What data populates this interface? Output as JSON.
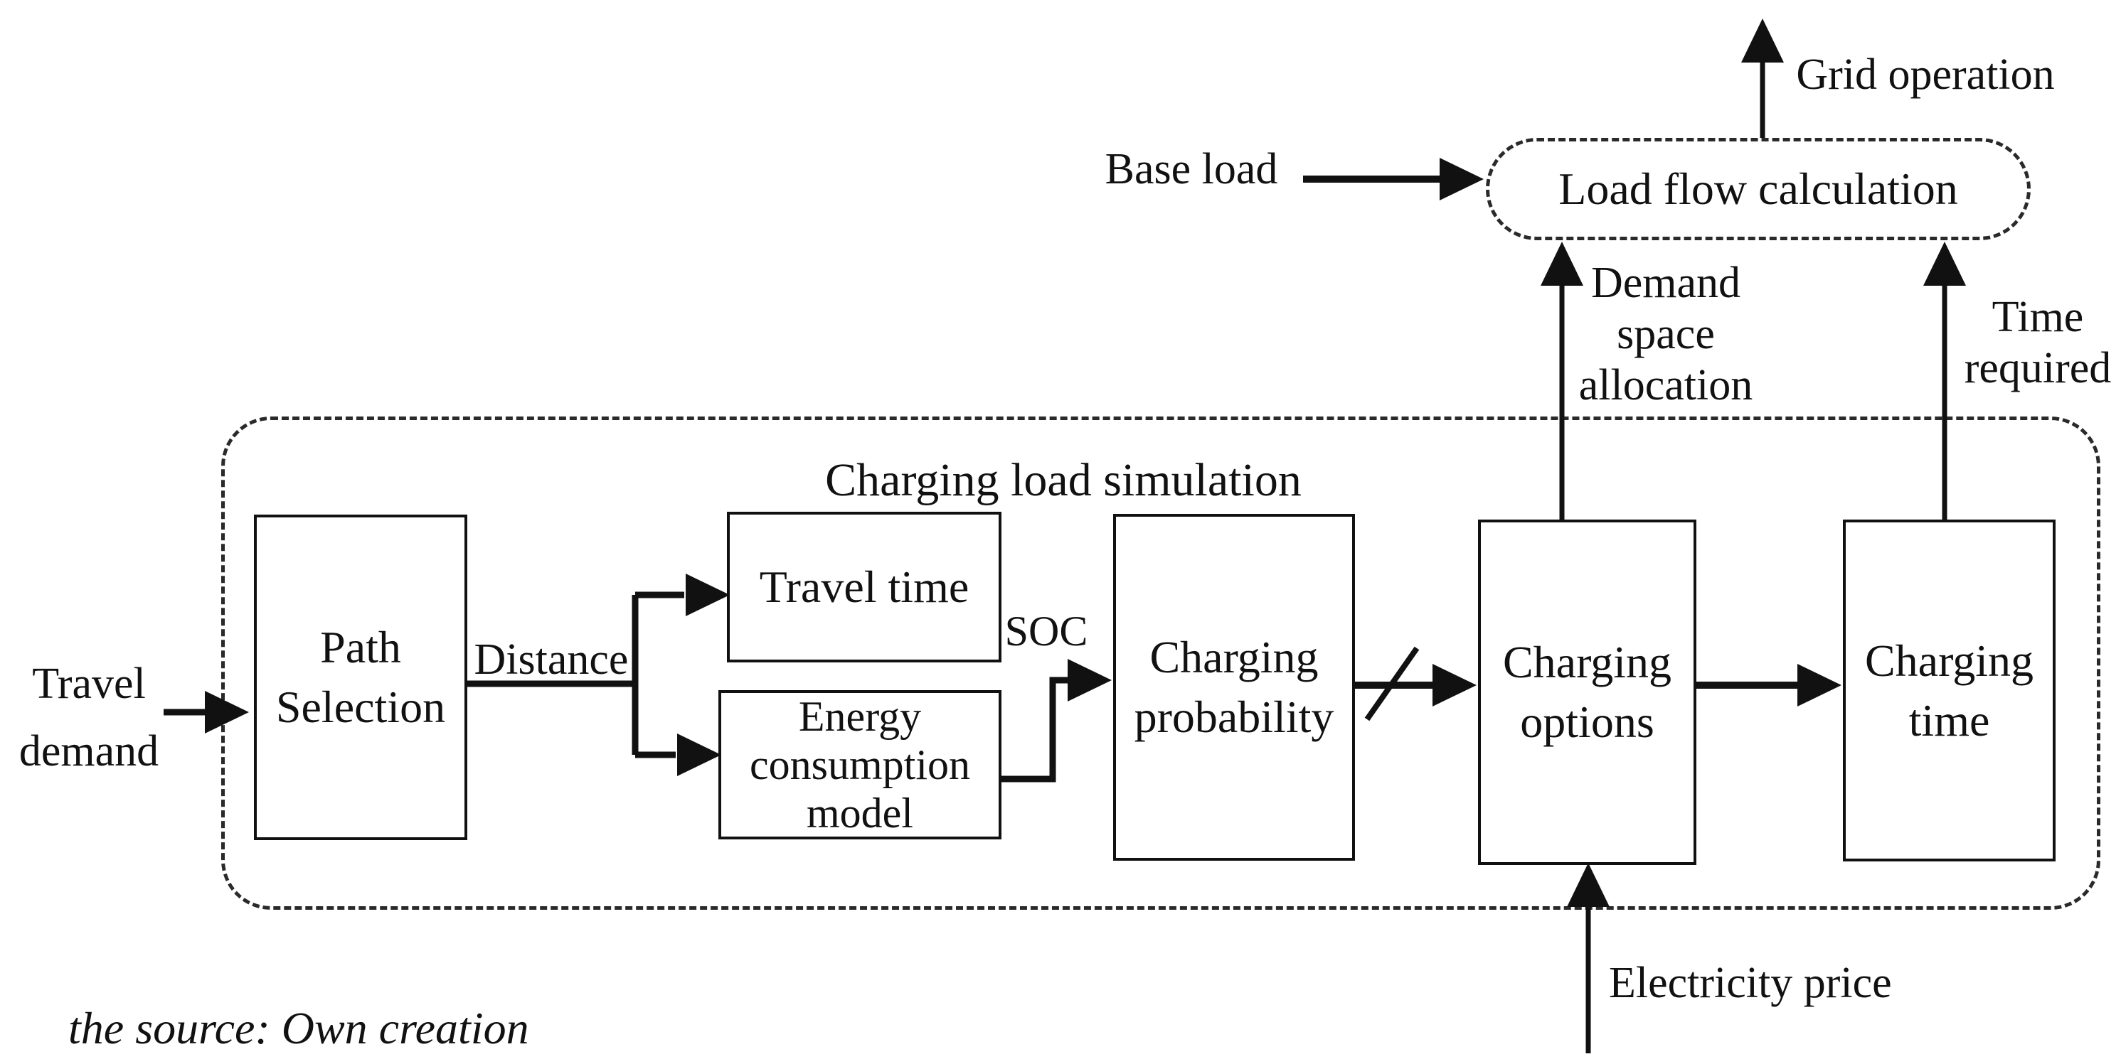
{
  "figure": {
    "title": "Charging load simulation",
    "source_note": "the source: Own creation"
  },
  "nodes": {
    "path_selection": {
      "lines": [
        "Path",
        "Selection"
      ]
    },
    "travel_time": {
      "lines": [
        "Travel time"
      ]
    },
    "energy_consumption_model": {
      "lines": [
        "Energy",
        "consumption",
        "model"
      ]
    },
    "charging_probability": {
      "lines": [
        "Charging",
        "probability"
      ]
    },
    "charging_options": {
      "lines": [
        "Charging",
        "options"
      ]
    },
    "charging_time": {
      "lines": [
        "Charging",
        "time"
      ]
    },
    "load_flow_calculation": {
      "label": "Load flow calculation"
    }
  },
  "labels": {
    "travel_demand": {
      "lines": [
        "Travel",
        "demand"
      ]
    },
    "distance": "Distance",
    "soc": "SOC",
    "base_load": "Base load",
    "grid_operation": "Grid operation",
    "demand_space_allocation": {
      "lines": [
        "Demand",
        "space",
        "allocation"
      ]
    },
    "time_required": {
      "lines": [
        "Time",
        "required"
      ]
    },
    "electricity_price": "Electricity price"
  },
  "colors": {
    "ink": "#111111",
    "background": "#ffffff"
  }
}
